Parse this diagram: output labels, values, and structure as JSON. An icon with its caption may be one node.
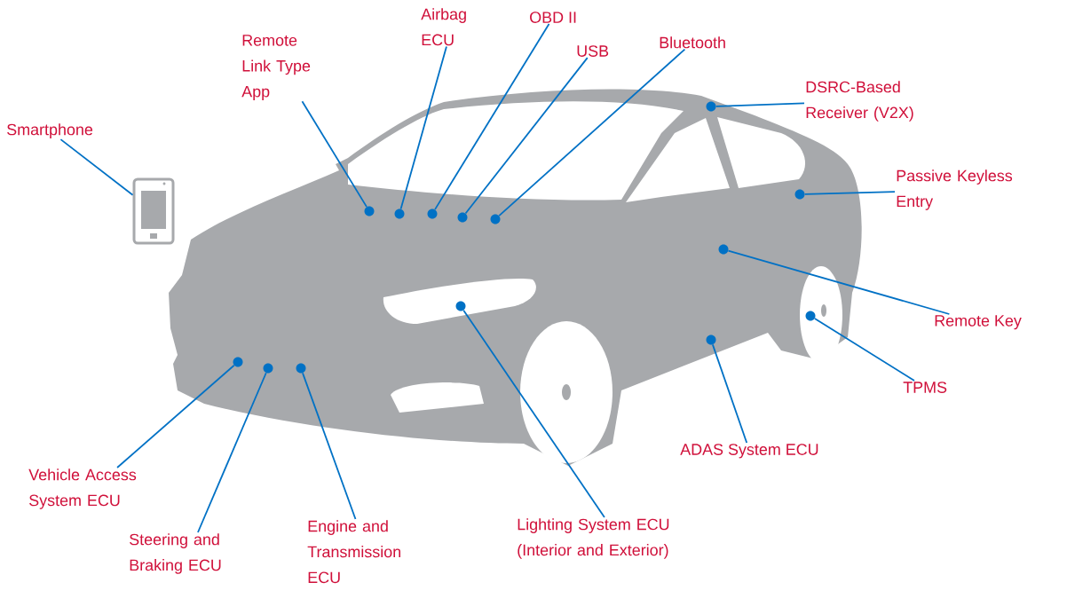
{
  "diagram": {
    "nodes": [
      {
        "text": [
          "Smartphone"
        ]
      },
      {
        "text": [],
        "shape": "picture"
      },
      {
        "text": [
          "Remote Link Type App"
        ]
      },
      {
        "text": [
          "Airbag ECU"
        ]
      },
      {
        "text": [
          "OBD II"
        ]
      },
      {
        "text": [
          "USB"
        ]
      },
      {
        "text": [
          "Bluetooth"
        ]
      },
      {
        "text": [
          "DSRC-Based Receiver (V2X)"
        ]
      },
      {
        "text": [
          "Passive Keyless Entry"
        ]
      },
      {
        "text": [
          "Remote Key"
        ]
      },
      {
        "text": [
          "TPMS"
        ]
      },
      {
        "text": [
          "ADAS System ECU"
        ]
      },
      {
        "text": [
          "Vehicle Access System ECU"
        ]
      },
      {
        "text": [
          "Steering and Braking ECU"
        ]
      },
      {
        "text": [
          "Engine and Transmission ECU"
        ]
      },
      {
        "text": [
          "Lighting System ECU (Interior and Exterior)"
        ]
      },
      {
        "text": [],
        "shape": "circle"
      },
      {
        "text": [],
        "shape": "circle"
      },
      {
        "text": [],
        "shape": "circle"
      },
      {
        "text": [],
        "shape": "circle"
      },
      {
        "text": [],
        "shape": "circle"
      },
      {
        "text": [],
        "shape": "circle"
      },
      {
        "text": [],
        "shape": "circle"
      },
      {
        "text": [],
        "shape": "circle"
      },
      {
        "text": [],
        "shape": "circle"
      },
      {
        "text": [],
        "shape": "circle"
      },
      {
        "text": [],
        "shape": "circle"
      },
      {
        "text": [],
        "shape": "circle"
      },
      {
        "text": [],
        "shape": "circle"
      },
      {
        "text": [],
        "shape": "circle"
      }
    ],
    "edges": [
      {
        "from": 0,
        "to": 1,
        "arrow": "none"
      },
      {
        "from": 2,
        "to": 19,
        "arrow": "none"
      },
      {
        "from": 3,
        "to": 20,
        "arrow": "none"
      },
      {
        "from": 4,
        "to": 21,
        "arrow": "none"
      },
      {
        "from": 5,
        "to": 23,
        "arrow": "none"
      },
      {
        "from": 6,
        "to": 24,
        "arrow": "none"
      },
      {
        "from": 7,
        "to": 25,
        "arrow": "none"
      },
      {
        "from": 8,
        "to": 28,
        "arrow": "none"
      },
      {
        "from": 9,
        "to": 27,
        "arrow": "none"
      },
      {
        "from": 10,
        "to": 29,
        "arrow": "none"
      },
      {
        "from": 11,
        "to": 26,
        "arrow": "none"
      },
      {
        "from": 12,
        "to": 16,
        "arrow": "none"
      },
      {
        "from": 13,
        "to": 17,
        "arrow": "none"
      },
      {
        "from": 14,
        "to": 18,
        "arrow": "none"
      },
      {
        "from": 15,
        "to": 22,
        "arrow": "none"
      }
    ]
  }
}
